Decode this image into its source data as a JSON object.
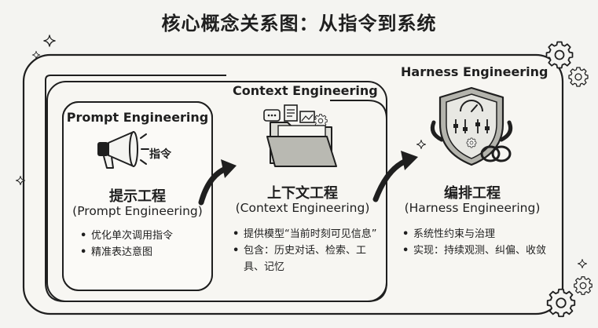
{
  "title": "核心概念关系图：从指令到系统",
  "prompt": {
    "box_title": "Prompt Engineering",
    "icon_label": "指令",
    "cn_name": "提示工程",
    "en_name": "(Prompt Engineering)",
    "bullets": [
      "优化单次调用指令",
      "精准表达意图"
    ]
  },
  "context": {
    "box_title": "Context Engineering",
    "cn_name": "上下文工程",
    "en_name": "(Context Engineering)",
    "bullets": [
      "提供模型“当前时刻可见信息”",
      "包含：历史对话、检索、工具、记忆"
    ]
  },
  "harness": {
    "box_title": "Harness Engineering",
    "cn_name": "编排工程",
    "en_name": "(Harness Engineering)",
    "bullets": [
      "系统性约束与治理",
      "实现：持续观测、纠偏、收敛"
    ]
  },
  "icons": [
    "megaphone-icon",
    "folder-icon",
    "shield-icon",
    "gear-icon",
    "sparkle-icon",
    "arrow-icon"
  ],
  "colors": {
    "ink": "#1f1f1f",
    "paper": "#f4f4f1",
    "box_fill": "#faf9f6"
  }
}
